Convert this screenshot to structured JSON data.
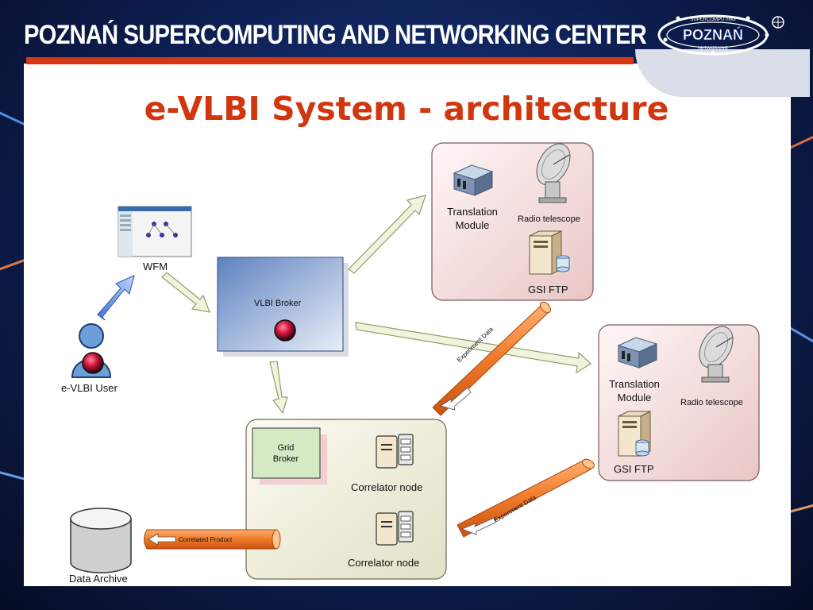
{
  "header": {
    "organization": "POZNAŃ SUPERCOMPUTING AND NETWORKING CENTER",
    "logo_text": "POZNAŃ",
    "logo_ring_top": "SUPERCOMPUTING",
    "logo_ring_bottom": "NETWORKING"
  },
  "slide": {
    "title": "e-VLBI System - architecture"
  },
  "diagram": {
    "wfm_label": "WFM",
    "user_label": "e-VLBI User",
    "broker_label": "VLBI Broker",
    "site_top": {
      "translation_module": "Translation Module",
      "radio_telescope": "Radio telescope",
      "gsi_ftp": "GSI FTP"
    },
    "site_right": {
      "translation_module": "Translation Module",
      "radio_telescope": "Radio telescope",
      "gsi_ftp": "GSI FTP"
    },
    "cluster": {
      "grid_broker": "Grid Broker",
      "correlator_1": "Correlator node",
      "correlator_2": "Correlator node"
    },
    "data_archive": "Data Archive",
    "flow_experiment_data_1": "Experiment Data",
    "flow_experiment_data_2": "Experiment Data",
    "flow_correlated_product": "Correlated Product"
  },
  "colors": {
    "title": "#d2360e",
    "accent_bar": "#d63612",
    "site_fill": "#f3dede",
    "cluster_fill": "#efeedd",
    "broker_fill": "#6d8fc8",
    "flow_arrow": "#f07a2a"
  }
}
